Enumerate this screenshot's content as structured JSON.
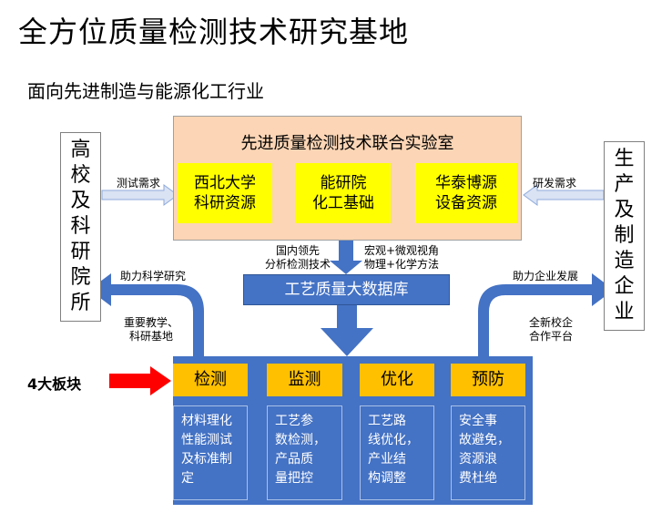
{
  "title": "全方位质量检测技术研究基地",
  "subtitle": "面向先进制造与能源化工行业",
  "lab": {
    "title": "先进质量检测技术联合实验室",
    "units": [
      {
        "line1": "西北大学",
        "line2": "科研资源"
      },
      {
        "line1": "能研院",
        "line2": "化工基础"
      },
      {
        "line1": "华泰博源",
        "line2": "设备资源"
      }
    ]
  },
  "left_entity": [
    "高",
    "校",
    "及",
    "科",
    "研",
    "院",
    "所"
  ],
  "right_entity": [
    "生",
    "产",
    "及",
    "制",
    "造",
    "企",
    "业"
  ],
  "labels": {
    "test_demand": "测试需求",
    "rd_demand": "研发需求",
    "domestic_line1": "国内领先",
    "domestic_line2": "分析检测技术",
    "macro_line1": "宏观+微观视角",
    "macro_line2": "物理+化学方法",
    "help_research": "助力科学研究",
    "teaching_line1": "重要教学、",
    "teaching_line2": "科研基地",
    "help_enterprise": "助力企业发展",
    "platform_line1": "全新校企",
    "platform_line2": "合作平台",
    "four_blocks": "4大板块"
  },
  "database": "工艺质量大数据库",
  "blocks": [
    {
      "header": "检测",
      "lines": [
        "材料理化",
        "性能测试",
        "及标准制",
        "定"
      ]
    },
    {
      "header": "监测",
      "lines": [
        "工艺参",
        "数检测，",
        "产品质",
        "量把控"
      ]
    },
    {
      "header": "优化",
      "lines": [
        "工艺路",
        "线优化，",
        "产业结",
        "构调整"
      ]
    },
    {
      "header": "预防",
      "lines": [
        "安全事",
        "故避免，",
        "资源浪",
        "费杜绝"
      ]
    }
  ],
  "colors": {
    "lab_bg": "#fbd5b5",
    "unit_bg": "#ffff00",
    "blue": "#4472c4",
    "header": "#ffc000",
    "arrow_light": "#dae3f3",
    "double_arrow": "#f4b183",
    "red_arrow": "#ff0000"
  }
}
